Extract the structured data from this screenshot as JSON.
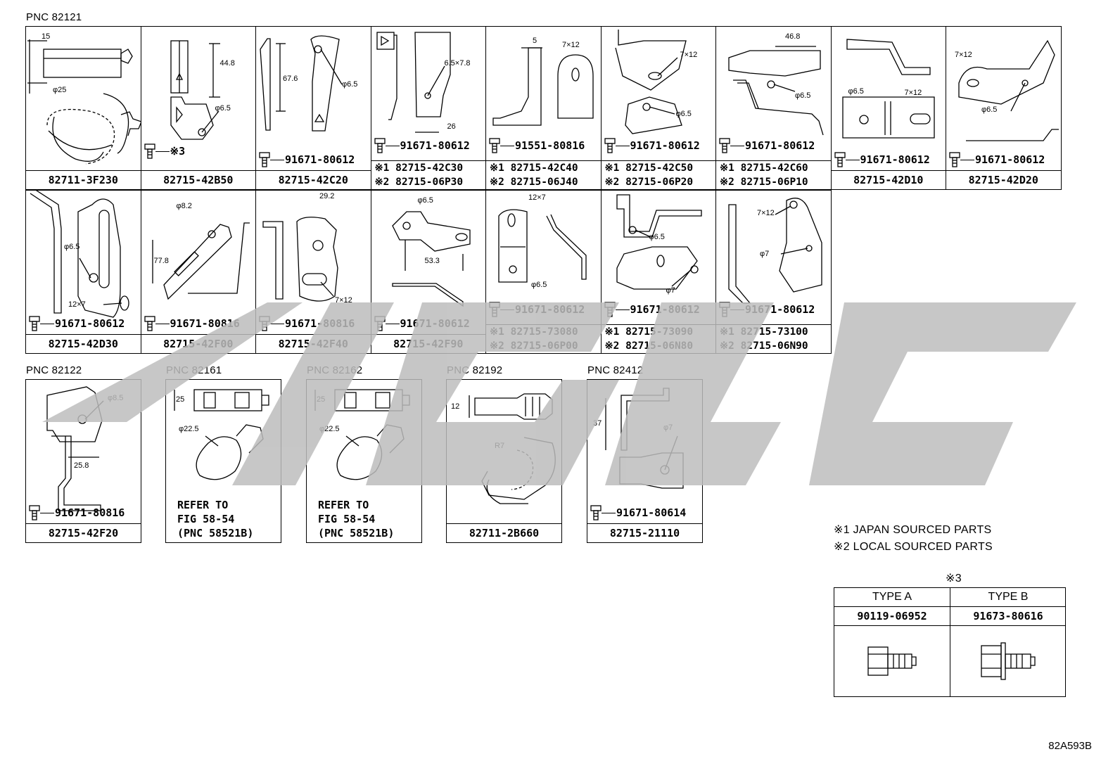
{
  "watermark_color": "#bdbdbd",
  "section1": {
    "pnc": "PNC 82121",
    "row1": [
      {
        "part": "82711-3F230",
        "dims": [
          "15",
          "φ25"
        ]
      },
      {
        "part": "82715-42B50",
        "dims": [
          "44.8",
          "φ6.5"
        ],
        "bolt": "※3"
      },
      {
        "part": "82715-42C20",
        "dims": [
          "67.6",
          "φ6.5"
        ],
        "bolt": "91671-80612"
      },
      {
        "dual": [
          "※1 82715-42C30",
          "※2 82715-06P30"
        ],
        "dims": [
          "6.5×7.8",
          "26"
        ],
        "bolt": "91671-80612"
      },
      {
        "dual": [
          "※1 82715-42C40",
          "※2 82715-06J40"
        ],
        "dims": [
          "5",
          "7×12"
        ],
        "bolt": "91551-80816"
      },
      {
        "dual": [
          "※1 82715-42C50",
          "※2 82715-06P20"
        ],
        "dims": [
          "7×12",
          "φ6.5"
        ],
        "bolt": "91671-80612"
      },
      {
        "dual": [
          "※1 82715-42C60",
          "※2 82715-06P10"
        ],
        "dims": [
          "46.8",
          "φ6.5"
        ],
        "bolt": "91671-80612"
      },
      {
        "part": "82715-42D10",
        "dims": [
          "φ6.5",
          "7×12"
        ],
        "bolt": "91671-80612"
      },
      {
        "part": "82715-42D20",
        "dims": [
          "7×12",
          "φ6.5"
        ],
        "bolt": "91671-80612"
      }
    ],
    "row2": [
      {
        "part": "82715-42D30",
        "dims": [
          "φ6.5",
          "12×7"
        ],
        "bolt": "91671-80612"
      },
      {
        "part": "82715-42F00",
        "dims": [
          "φ8.2",
          "77.8"
        ],
        "bolt": "91671-80816"
      },
      {
        "part": "82715-42F40",
        "dims": [
          "29.2",
          "7×12"
        ],
        "bolt": "91671-80816"
      },
      {
        "part": "82715-42F90",
        "dims": [
          "φ6.5",
          "53.3"
        ],
        "bolt": "91671-80612"
      },
      {
        "dual": [
          "※1 82715-73080",
          "※2 82715-06P00"
        ],
        "dims": [
          "12×7",
          "φ6.5"
        ],
        "bolt": "91671-80612"
      },
      {
        "dual": [
          "※1 82715-73090",
          "※2 82715-06N80"
        ],
        "dims": [
          "φ6.5",
          "φ7"
        ],
        "bolt": "91671-80612"
      },
      {
        "dual": [
          "※1 82715-73100",
          "※2 82715-06N90"
        ],
        "dims": [
          "7×12",
          "φ7"
        ],
        "bolt": "91671-80612"
      }
    ]
  },
  "section2": [
    {
      "pnc": "PNC 82122",
      "part": "82715-42F20",
      "dims": [
        "φ8.5",
        "25.8"
      ],
      "bolt": "91671-80816"
    },
    {
      "pnc": "PNC 82161",
      "refer": "REFER TO\nFIG 58-54\n(PNC 58521B)",
      "dims": [
        "25",
        "φ22.5"
      ]
    },
    {
      "pnc": "PNC 82162",
      "refer": "REFER TO\nFIG 58-54\n(PNC 58521B)",
      "dims": [
        "25",
        "φ22.5"
      ]
    },
    {
      "pnc": "PNC 82192",
      "part": "82711-2B660",
      "dims": [
        "12",
        "R7"
      ]
    },
    {
      "pnc": "PNC 82412",
      "part": "82715-21110",
      "dims": [
        "37",
        "φ7"
      ],
      "bolt": "91671-80614"
    }
  ],
  "notes": [
    "※1 JAPAN SOURCED PARTS",
    "※2 LOCAL SOURCED PARTS"
  ],
  "type_table": {
    "title": "※3",
    "types": [
      {
        "label": "TYPE A",
        "part": "90119-06952"
      },
      {
        "label": "TYPE B",
        "part": "91673-80616"
      }
    ]
  },
  "drawing_id": "82A593B"
}
